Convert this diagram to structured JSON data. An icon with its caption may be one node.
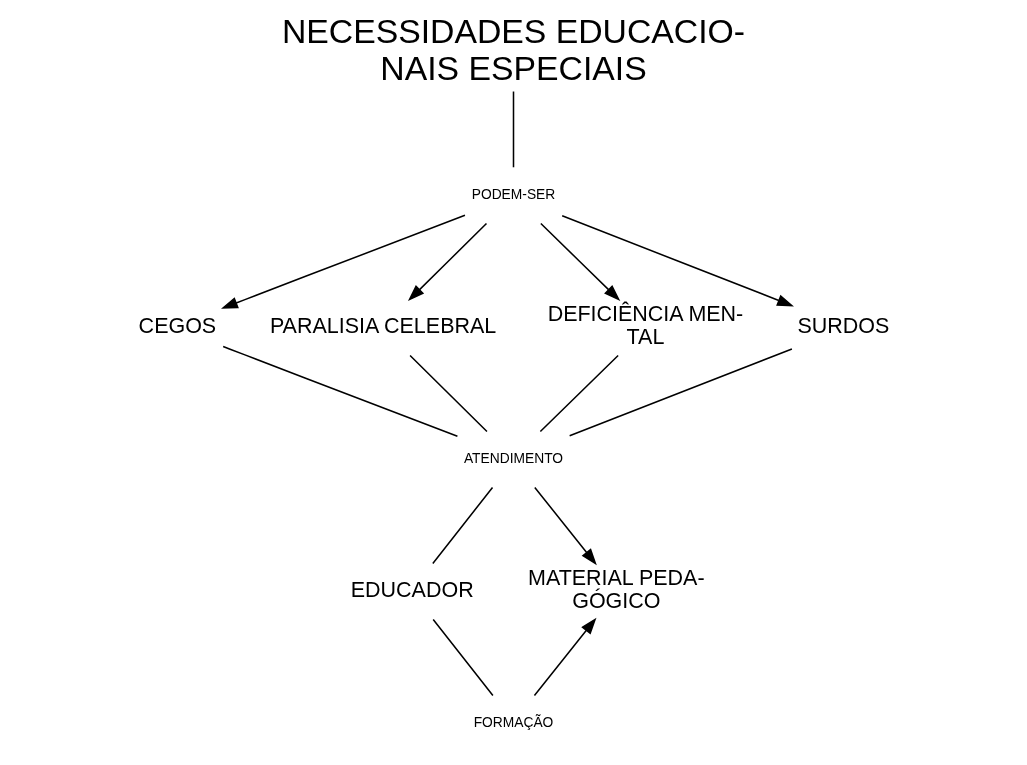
{
  "diagram": {
    "nodes": [
      {
        "text": [
          "NECESSIDADES EDUCACIO- NAIS ESPECIAIS"
        ]
      },
      {
        "text": [
          "PODEM-SER"
        ]
      },
      {
        "text": [
          "CEGOS"
        ]
      },
      {
        "text": [
          "PARALISIA CELEBRAL"
        ]
      },
      {
        "text": [
          "DEFICIÊNCIA MEN- TAL"
        ]
      },
      {
        "text": [
          "SURDOS"
        ]
      },
      {
        "text": [
          "ATENDIMENTO"
        ]
      },
      {
        "text": [
          "EDUCADOR"
        ]
      },
      {
        "text": [
          "FORMAÇÃO"
        ]
      },
      {
        "text": [
          "MATERIAL PEDA- GÓGICO"
        ]
      }
    ],
    "edges": [
      {
        "from": 0,
        "to": 1,
        "arrow": "none"
      },
      {
        "from": 1,
        "to": 2,
        "arrow": "to"
      },
      {
        "from": 1,
        "to": 3,
        "arrow": "to"
      },
      {
        "from": 1,
        "to": 4,
        "arrow": "to"
      },
      {
        "from": 1,
        "to": 5,
        "arrow": "to"
      },
      {
        "from": 2,
        "to": 6,
        "arrow": "none"
      },
      {
        "from": 3,
        "to": 6,
        "arrow": "none"
      },
      {
        "from": 4,
        "to": 6,
        "arrow": "none"
      },
      {
        "from": 5,
        "to": 6,
        "arrow": "none"
      },
      {
        "from": 6,
        "to": 7,
        "arrow": "none"
      },
      {
        "from": 6,
        "to": 9,
        "arrow": "to"
      },
      {
        "from": 7,
        "to": 8,
        "arrow": "none"
      },
      {
        "from": 8,
        "to": 9,
        "arrow": "to"
      }
    ]
  }
}
